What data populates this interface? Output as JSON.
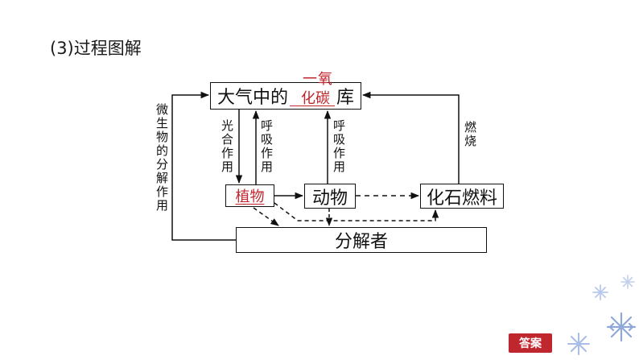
{
  "heading": "(3)过程图解",
  "nodes": {
    "atmosphere_prefix": "大气中的",
    "atmosphere_answer_top": "一氧",
    "atmosphere_answer_bottom": "化碳",
    "atmosphere_suffix": "库",
    "plants": "植物",
    "animals": "动物",
    "fossil_fuels": "化石燃料",
    "decomposers": "分解者"
  },
  "labels": {
    "photosynthesis": "光合作用",
    "plant_respiration": "呼吸作用",
    "animal_respiration": "呼吸作用",
    "combustion": "燃烧",
    "microbial_decomposition": "微生物的分解作用"
  },
  "answer_button": "答案",
  "colors": {
    "accent_red": "#c0262d",
    "line": "#111111",
    "snowflake": "#8fa8dc"
  }
}
